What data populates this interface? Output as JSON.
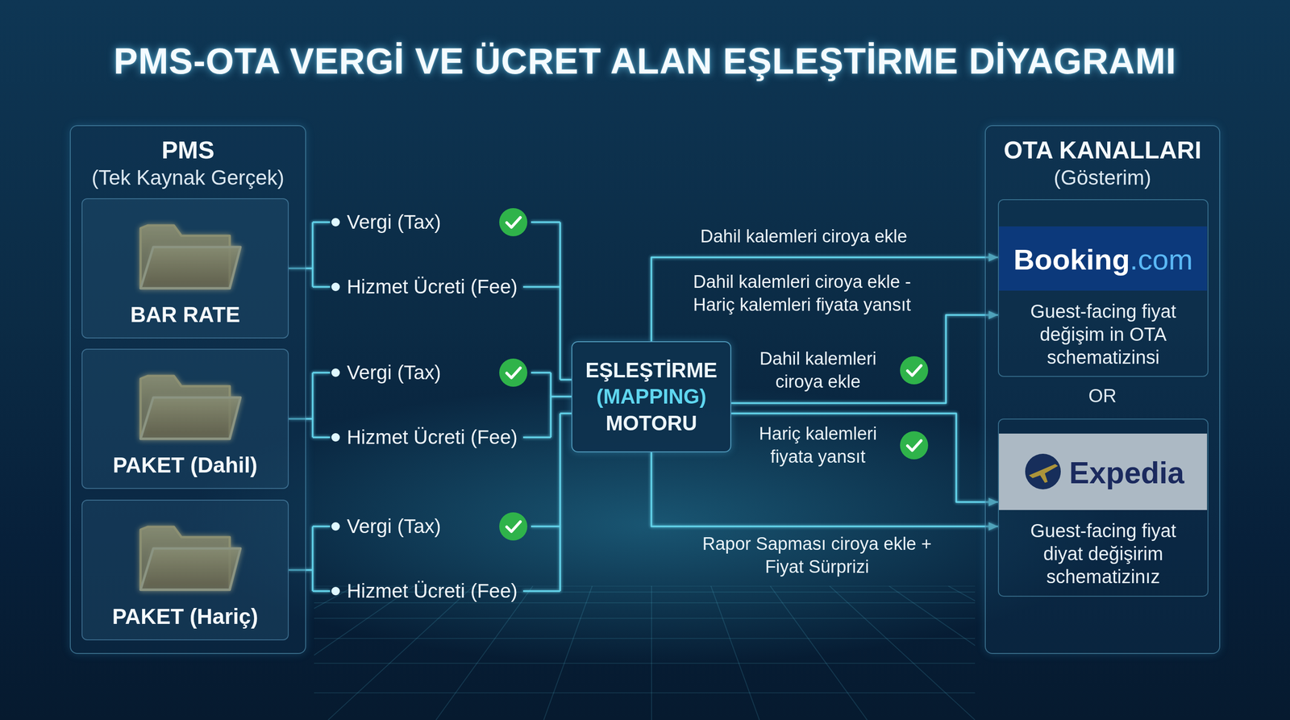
{
  "diagram": {
    "title": "PMS-OTA VERGİ VE ÜCRET ALAN EŞLEŞTİRME DİYAGRAMI",
    "nodes": [
      {
        "text": [
          "PMS",
          "(Tek Kaynak Gerçek)"
        ]
      },
      {
        "text": [
          "BAR RATE"
        ],
        "in": 0
      },
      {
        "text": [
          "PAKET (Dahil)"
        ],
        "in": 0
      },
      {
        "text": [
          "PAKET (Hariç)"
        ],
        "in": 0
      },
      {
        "text": [
          "EŞLEŞTİRME",
          "(MAPPING)",
          "MOTORU"
        ]
      },
      {
        "text": [
          "OTA KANALLARI",
          "(Gösterim)"
        ]
      },
      {
        "text": [
          "Booking",
          ".com",
          "Guest-facing fiyat değişim in OTA schematizinsi"
        ],
        "in": 5
      },
      {
        "text": [
          "Expedia",
          "Guest-facing fiyat diyat değişirim schematizinız"
        ],
        "in": 5
      }
    ],
    "edges": [
      {
        "from": 1,
        "to": 4,
        "arrow": "none"
      },
      {
        "from": 2,
        "to": 4,
        "arrow": "none"
      },
      {
        "from": 3,
        "to": 4,
        "arrow": "none"
      },
      {
        "from": 4,
        "to": 6,
        "arrow": "to",
        "label": "Dahil kalemleri ciroya ekle"
      },
      {
        "from": 4,
        "to": 6,
        "arrow": "to",
        "label": "Dahil kalemleri ciroya ekle"
      },
      {
        "from": 4,
        "to": 7,
        "arrow": "to",
        "label": "Hariç kalemleri fiyata yansıt"
      },
      {
        "from": 4,
        "to": 7,
        "arrow": "to",
        "label": "Rapor Sapması ciroya ekle + Fiyat Sürprizi"
      }
    ],
    "labels": [
      "Vergi (Tax)",
      "Hizmet Ücreti (Fee)",
      "Vergi (Tax)",
      "Hizmet Ücreti (Fee)",
      "Vergi (Tax)",
      "Hizmet Ücreti (Fee)",
      "Dahil kalemleri ciroya ekle - Hariç kalemleri fiyata yansıt",
      "OR"
    ]
  }
}
